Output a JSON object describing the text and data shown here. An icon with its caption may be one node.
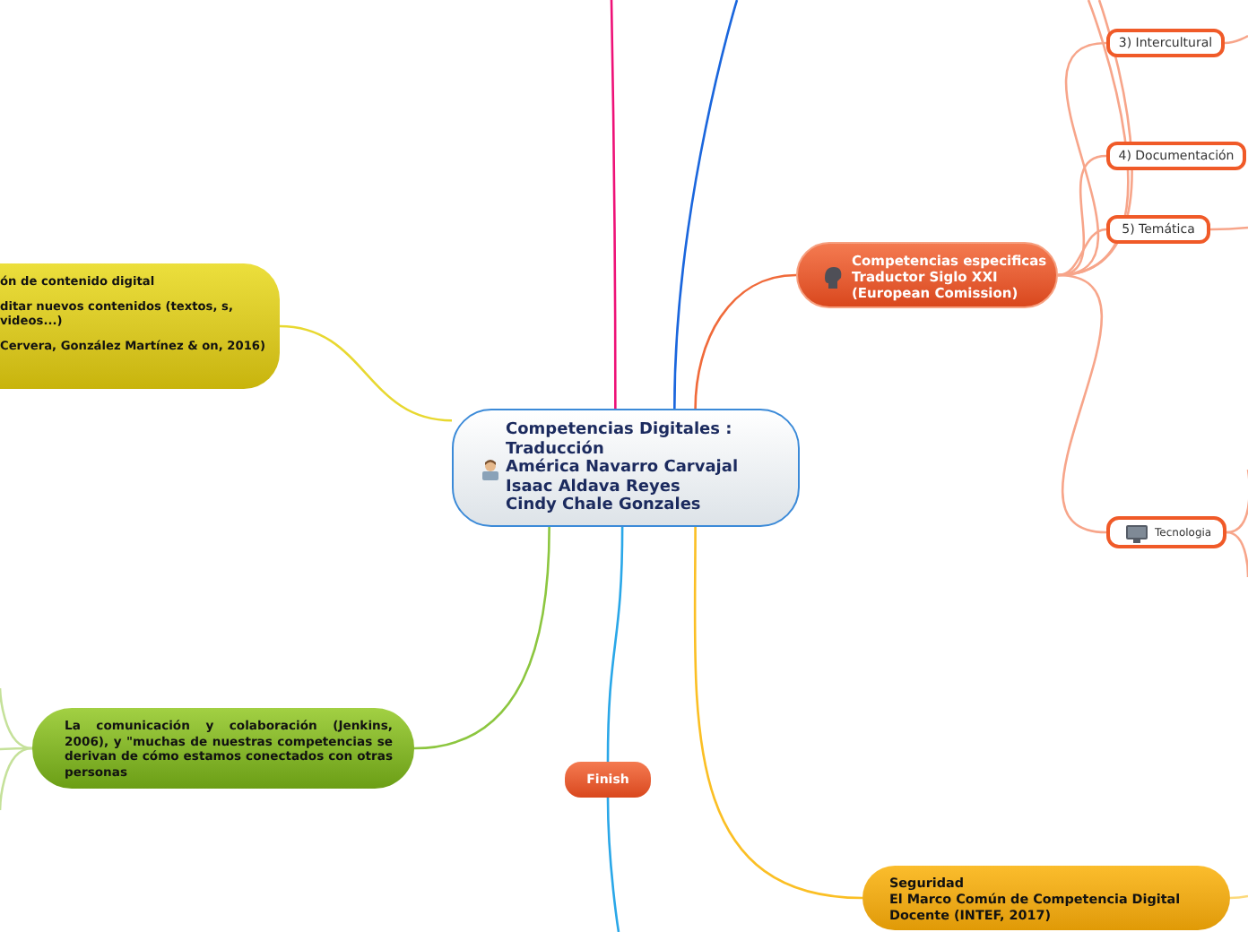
{
  "diagram": {
    "nodes": [
      {
        "text": [
          "Competencias Digitales :        Traducción",
          "América Navarro Carvajal",
          "Isaac Aldava Reyes",
          "Cindy Chale Gonzales"
        ]
      },
      {
        "text": [
          "Competencias especificas Traductor Siglo XXI (European Comission)"
        ]
      },
      {
        "text": [
          "3) Intercultural"
        ]
      },
      {
        "text": [
          "4) Documentación"
        ]
      },
      {
        "text": [
          "5) Temática"
        ]
      },
      {
        "text": [
          "Tecnologia"
        ]
      },
      {
        "text": [
          "ón de contenido digital",
          "ditar nuevos contenidos (textos, s, videos...)",
          "Cervera, González Martínez & on, 2016)"
        ]
      },
      {
        "text": [
          "La comunicación y colaboración (Jenkins, 2006), y \"muchas de nuestras competencias se derivan de cómo estamos conectados con otras personas"
        ]
      },
      {
        "text": [
          "Finish"
        ]
      },
      {
        "text": [
          "Seguridad",
          "El Marco Común de Competencia Digital Docente (INTEF, 2017)"
        ]
      }
    ],
    "edges": [
      {
        "from": 0,
        "to": null,
        "arrow": "none",
        "color": "#ee1177"
      },
      {
        "from": 0,
        "to": null,
        "arrow": "none",
        "color": "#1a66dd"
      },
      {
        "from": 0,
        "to": 1,
        "arrow": "none",
        "color": "#f06a3a"
      },
      {
        "from": 1,
        "to": null,
        "arrow": "none",
        "color": "#f7a58a"
      },
      {
        "from": 1,
        "to": null,
        "arrow": "none",
        "color": "#f7a58a"
      },
      {
        "from": 1,
        "to": 2,
        "arrow": "none",
        "color": "#f7a58a"
      },
      {
        "from": 1,
        "to": 3,
        "arrow": "none",
        "color": "#f7a58a"
      },
      {
        "from": 1,
        "to": 4,
        "arrow": "none",
        "color": "#f7a58a"
      },
      {
        "from": 1,
        "to": 5,
        "arrow": "none",
        "color": "#f7a58a"
      },
      {
        "from": 2,
        "to": null,
        "arrow": "none",
        "color": "#f7a58a"
      },
      {
        "from": 4,
        "to": null,
        "arrow": "none",
        "color": "#f7a58a"
      },
      {
        "from": 5,
        "to": null,
        "arrow": "none",
        "color": "#f7a58a"
      },
      {
        "from": 5,
        "to": null,
        "arrow": "none",
        "color": "#f7a58a"
      },
      {
        "from": 0,
        "to": 6,
        "arrow": "none",
        "color": "#e8d830"
      },
      {
        "from": 0,
        "to": 7,
        "arrow": "none",
        "color": "#8cc63f"
      },
      {
        "from": 7,
        "to": null,
        "arrow": "none",
        "color": "#c5e19a"
      },
      {
        "from": 7,
        "to": null,
        "arrow": "none",
        "color": "#c5e19a"
      },
      {
        "from": 7,
        "to": null,
        "arrow": "none",
        "color": "#c5e19a"
      },
      {
        "from": 0,
        "to": 8,
        "arrow": "none",
        "color": "#2aa7e8"
      },
      {
        "from": 8,
        "to": null,
        "arrow": "none",
        "color": "#2aa7e8"
      },
      {
        "from": 0,
        "to": 9,
        "arrow": "none",
        "color": "#fbbf24"
      },
      {
        "from": 9,
        "to": null,
        "arrow": "none",
        "color": "#fcd97a"
      }
    ]
  }
}
